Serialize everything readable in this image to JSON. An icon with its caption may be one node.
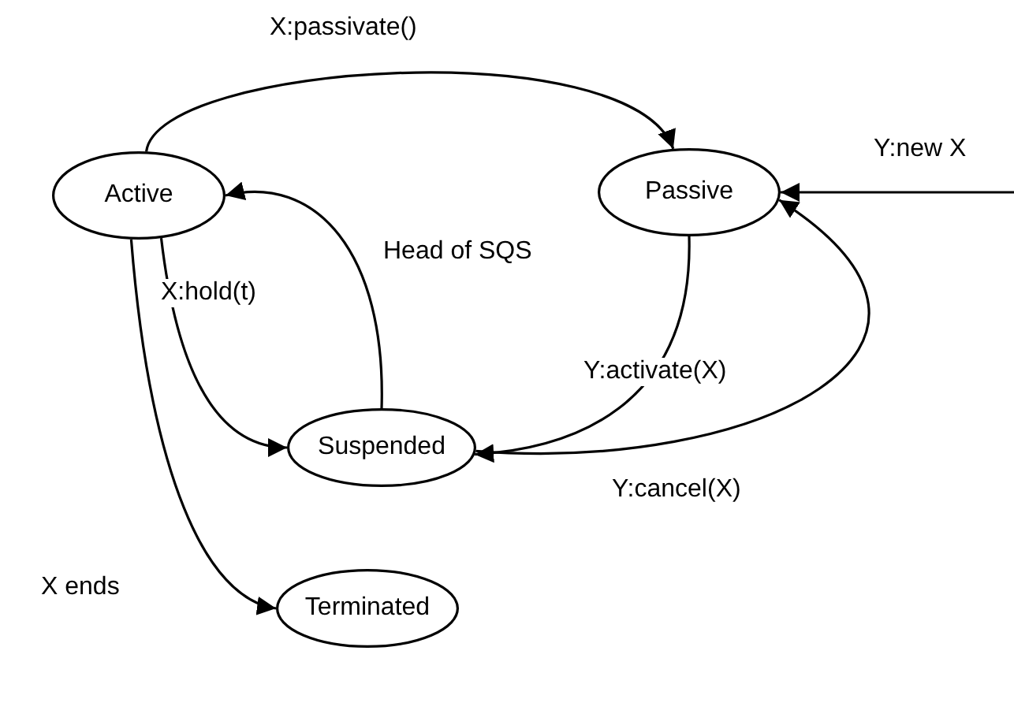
{
  "diagram": {
    "nodes": [
      {
        "text": [
          "Active"
        ]
      },
      {
        "text": [
          "Passive"
        ]
      },
      {
        "text": [
          "Suspended"
        ]
      },
      {
        "text": [
          "Terminated"
        ]
      }
    ],
    "edges": [
      {
        "from": 0,
        "to": 1,
        "arrow": "to",
        "label": "X:passivate()"
      },
      {
        "from": 0,
        "to": 2,
        "arrow": "to",
        "label": "X:hold(t)"
      },
      {
        "from": 2,
        "to": 0,
        "arrow": "to",
        "label": "Head of SQS"
      },
      {
        "from": 1,
        "to": 2,
        "arrow": "to",
        "label": "Y:activate(X)"
      },
      {
        "from": 2,
        "to": 1,
        "arrow": "to",
        "label": "Y:cancel(X)"
      },
      {
        "from": null,
        "to": 1,
        "arrow": "to",
        "label": "Y:new X"
      },
      {
        "from": 0,
        "to": 3,
        "arrow": "to",
        "label": "X ends"
      }
    ]
  }
}
